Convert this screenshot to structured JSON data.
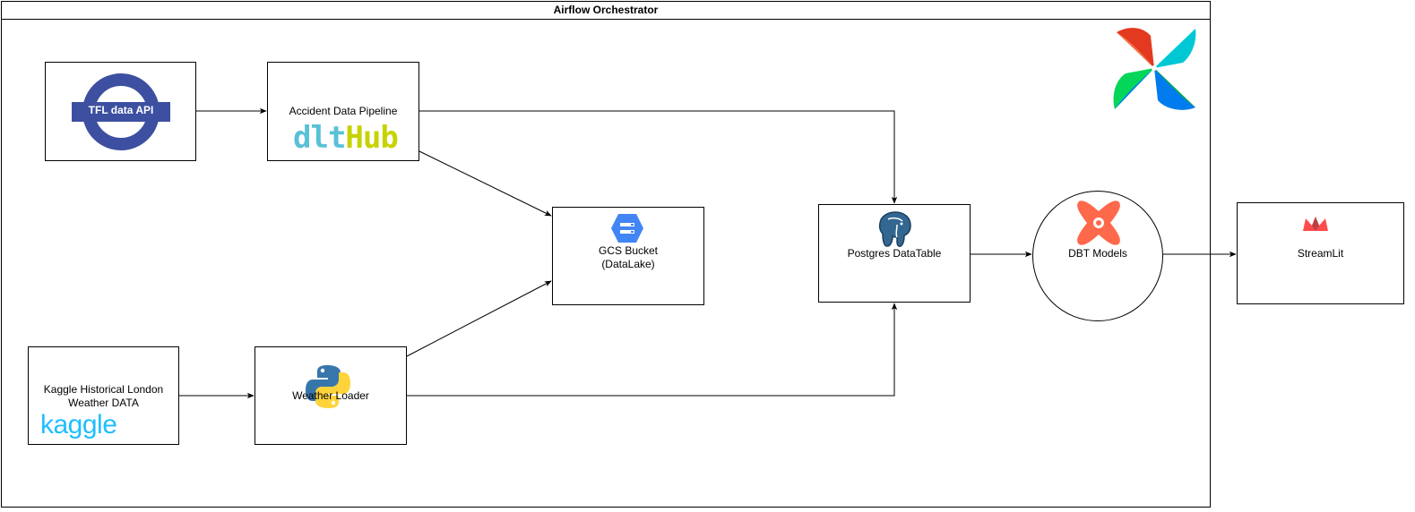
{
  "frame": {
    "title": "Airflow Orchestrator"
  },
  "nodes": {
    "tfl": {
      "label": "TFL data API"
    },
    "pipeline": {
      "label": "Accident Data Pipeline",
      "logo_a": "dlt",
      "logo_b": "Hub"
    },
    "kaggle": {
      "label_line1": "Kaggle Historical London",
      "label_line2": "Weather DATA",
      "logo": "kaggle"
    },
    "weather": {
      "label": "Weather Loader"
    },
    "gcs": {
      "label_line1": "GCS Bucket",
      "label_line2": "(DataLake)"
    },
    "postgres": {
      "label": "Postgres DataTable"
    },
    "dbt": {
      "label": "DBT Models"
    },
    "streamlit": {
      "label": "StreamLit"
    }
  },
  "icons": [
    "airflow-icon",
    "tfl-roundel-icon",
    "dlthub-logo",
    "kaggle-logo",
    "python-icon",
    "gcs-icon",
    "postgres-elephant-icon",
    "dbt-icon",
    "streamlit-crown-icon"
  ],
  "colors": {
    "tfl_blue": "#3D4FA0",
    "dlt_teal": "#59C1D7",
    "dlt_lime": "#C6D300",
    "kaggle": "#20BEFF",
    "gcs_blue": "#4285F4",
    "postgres_blue": "#336791",
    "dbt_orange": "#FF694B",
    "streamlit_red": "#FF4B4B"
  }
}
